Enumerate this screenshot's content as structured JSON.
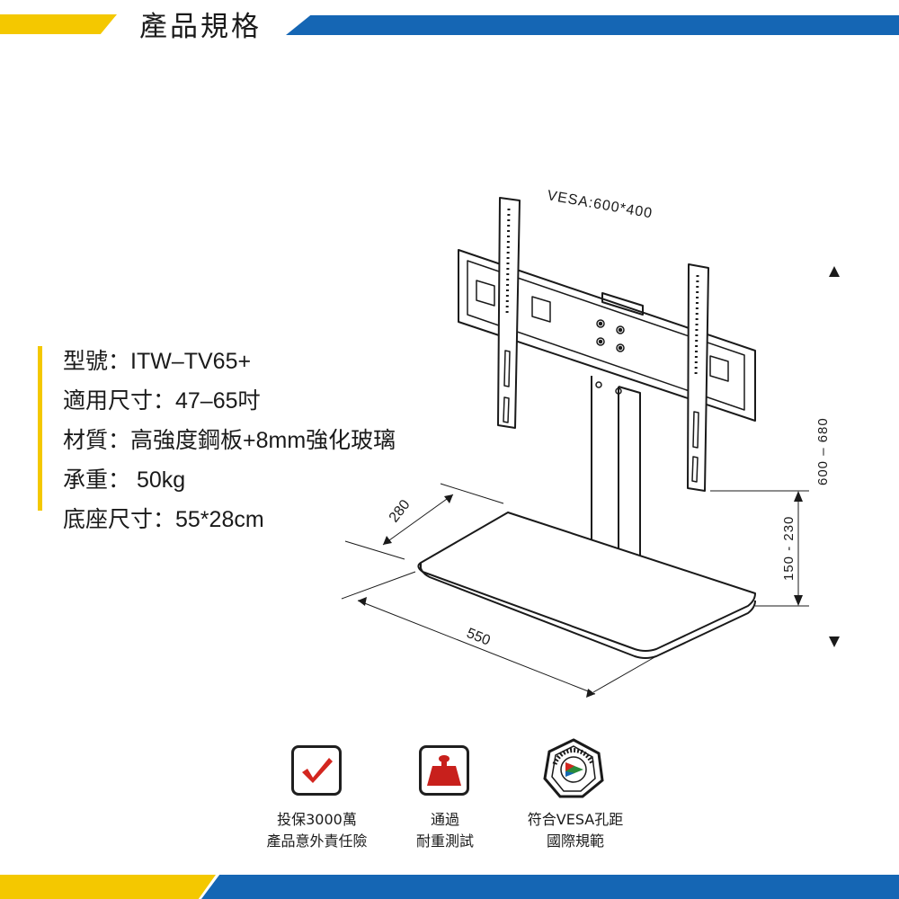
{
  "header": {
    "title": "產品規格"
  },
  "specs": [
    "型號：ITW–TV65+",
    "適用尺寸：47–65吋",
    "材質：高強度鋼板+8mm強化玻璃",
    "承重： 50kg",
    "底座尺寸：55*28cm"
  ],
  "diagram": {
    "vesa_label": "VESA:600*400",
    "depth_label": "280",
    "width_label": "550",
    "height_range_label": "600 – 680",
    "base_height_label": "150 - 230"
  },
  "features": [
    {
      "icon": "check-icon",
      "line1": "投保3000萬",
      "line2": "產品意外責任險"
    },
    {
      "icon": "weight-icon",
      "line1": "通過",
      "line2": "耐重測試"
    },
    {
      "icon": "vesa-seal-icon",
      "line1": "符合VESA孔距",
      "line2": "國際規範"
    }
  ],
  "colors": {
    "accent_yellow": "#f4c800",
    "accent_blue": "#1566b4",
    "check_red": "#d3261f",
    "weight_red": "#c8201c"
  }
}
